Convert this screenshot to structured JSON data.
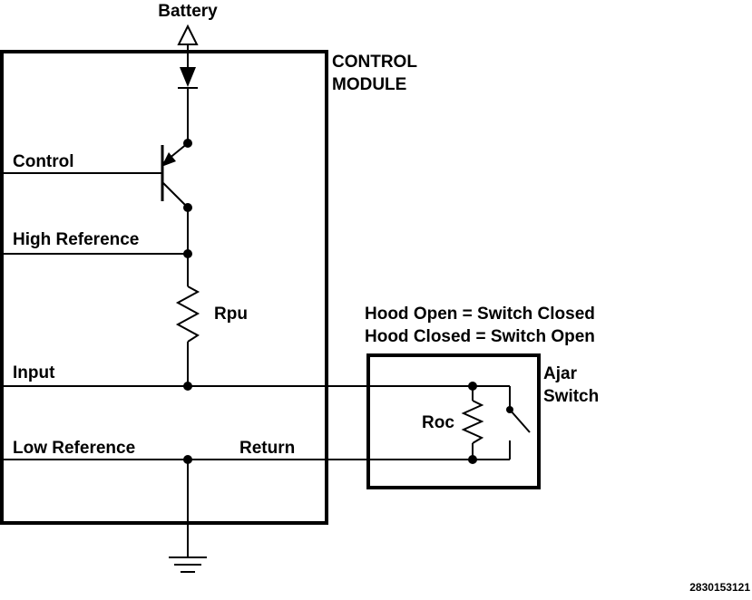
{
  "labels": {
    "battery": "Battery",
    "control_module_line1": "CONTROL",
    "control_module_line2": "MODULE",
    "control": "Control",
    "high_reference": "High Reference",
    "rpu": "Rpu",
    "input": "Input",
    "low_reference": "Low Reference",
    "return": "Return",
    "hood_open": "Hood Open = Switch Closed",
    "hood_closed": "Hood Closed = Switch Open",
    "roc": "Roc",
    "ajar_line1": "Ajar",
    "ajar_line2": "Switch",
    "figure_id": "2830153121"
  }
}
